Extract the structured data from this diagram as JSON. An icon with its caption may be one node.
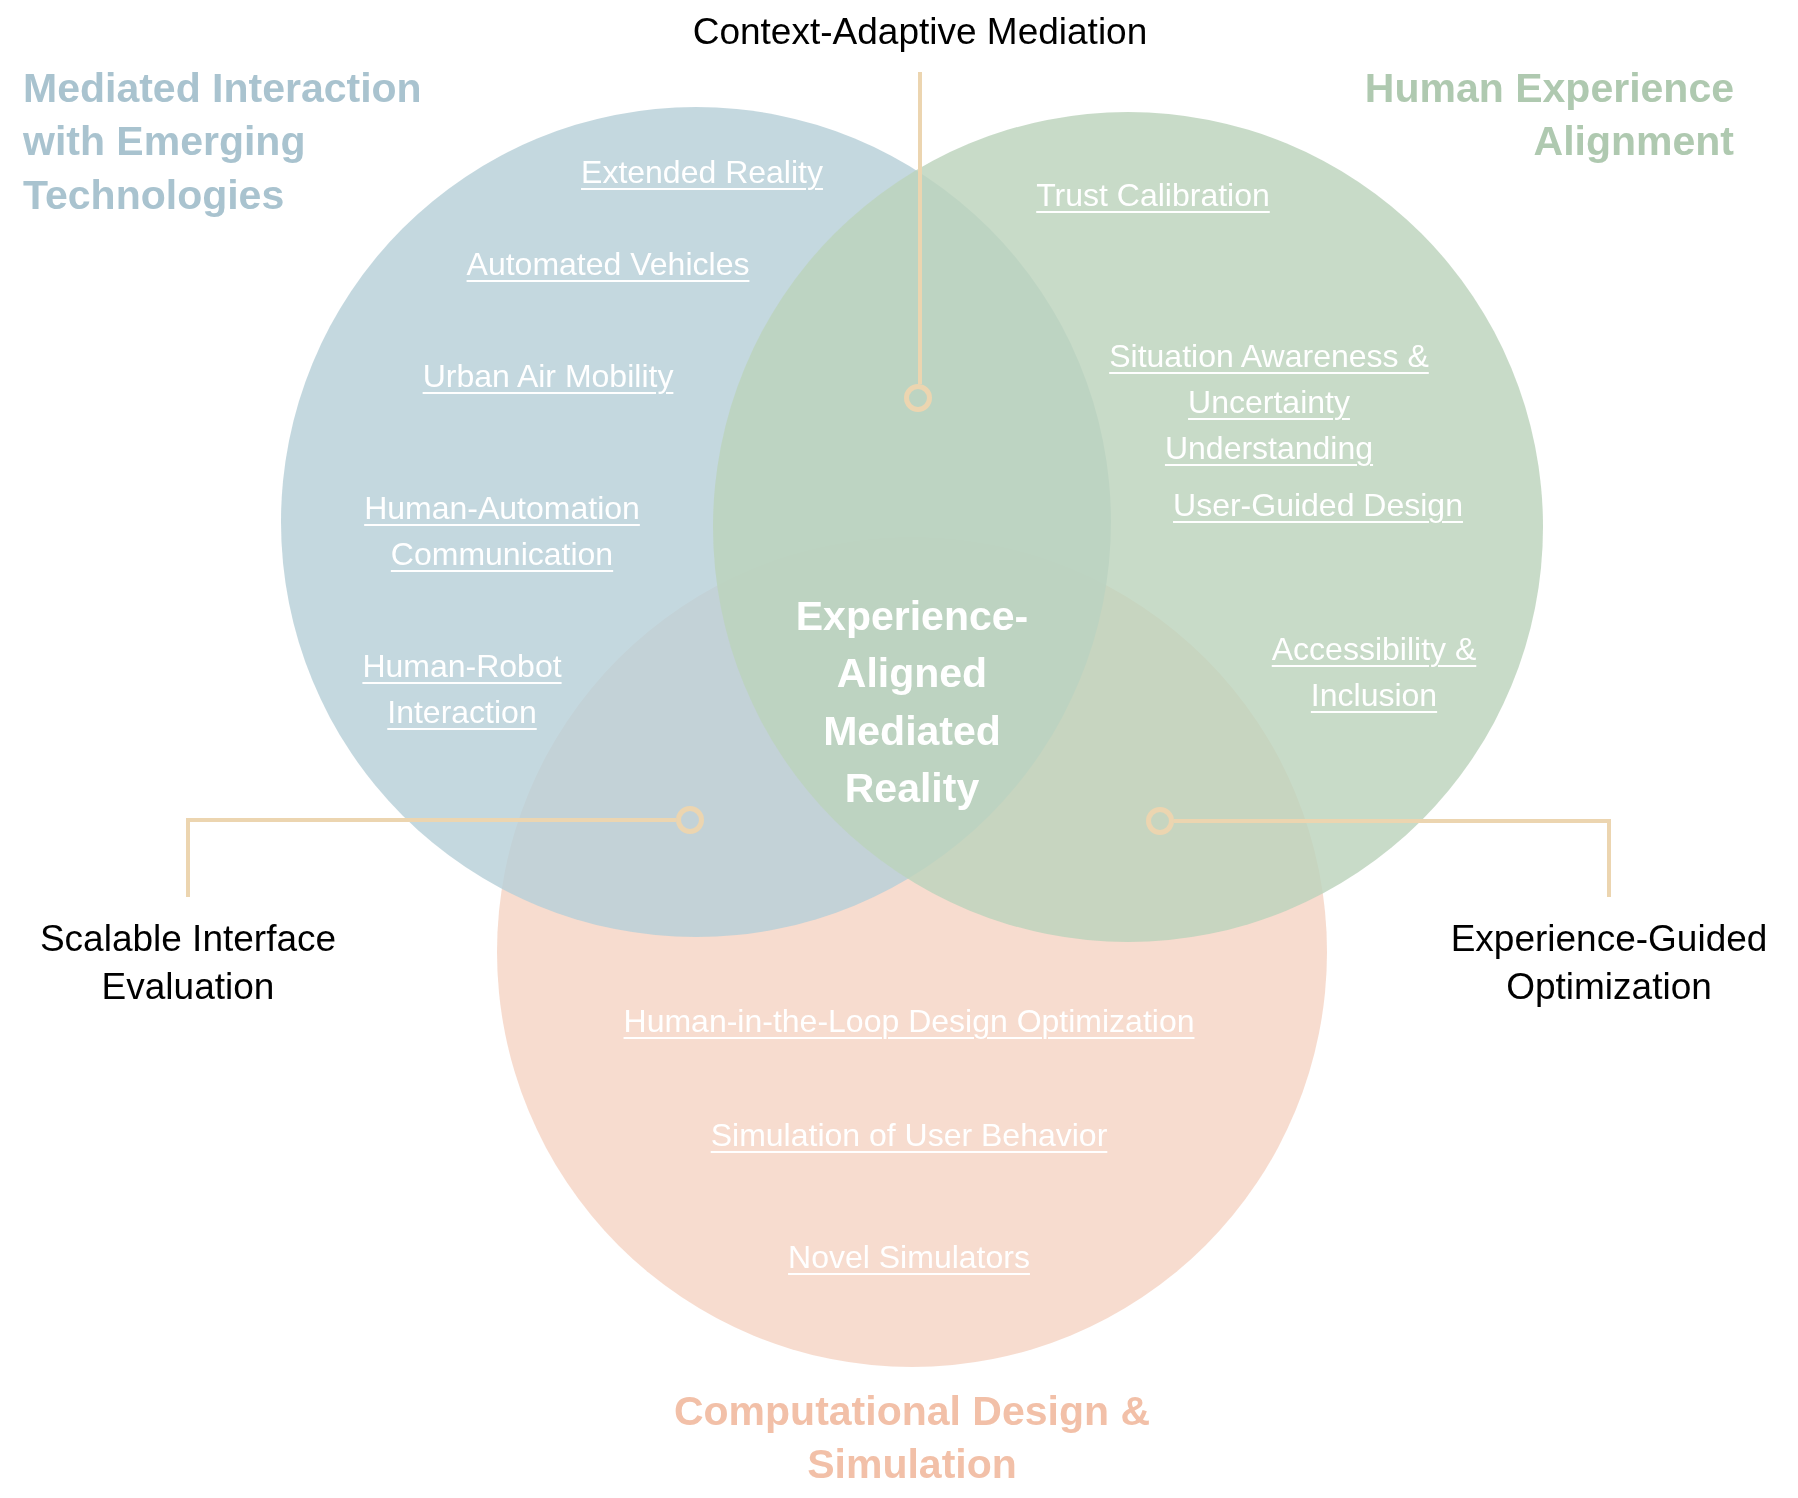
{
  "diagram": {
    "nodes": [
      {
        "text": [
          "Mediated Interaction with Emerging Technologies",
          "Extended Reality",
          "Automated Vehicles",
          "Urban Air Mobility",
          "Human-Automation Communication",
          "Human-Robot Interaction"
        ]
      },
      {
        "text": [
          "Human Experience Alignment",
          "Trust Calibration",
          "Situation Awareness & Uncertainty Understanding",
          "User-Guided Design",
          "Accessibility & Inclusion"
        ]
      },
      {
        "text": [
          "Human-in-the-Loop Design Optimization",
          "Simulation of User Behavior",
          "Novel Simulators",
          "Computational Design & Simulation"
        ]
      },
      {
        "text": [
          "Context-Adaptive Mediation"
        ]
      },
      {
        "text": [],
        "shape": "circle"
      },
      {
        "text": [
          "Scalable Interface Evaluation"
        ]
      },
      {
        "text": [],
        "shape": "circle"
      },
      {
        "text": [
          "Experience-Guided Optimization"
        ]
      },
      {
        "text": [],
        "shape": "circle"
      }
    ],
    "edges": [
      {
        "from": 3,
        "to": 4,
        "arrow": "none"
      },
      {
        "from": 5,
        "to": 6,
        "arrow": "none"
      },
      {
        "from": 7,
        "to": 8,
        "arrow": "none"
      }
    ],
    "labels": [
      "Experience-Aligned Mediated Reality"
    ]
  }
}
